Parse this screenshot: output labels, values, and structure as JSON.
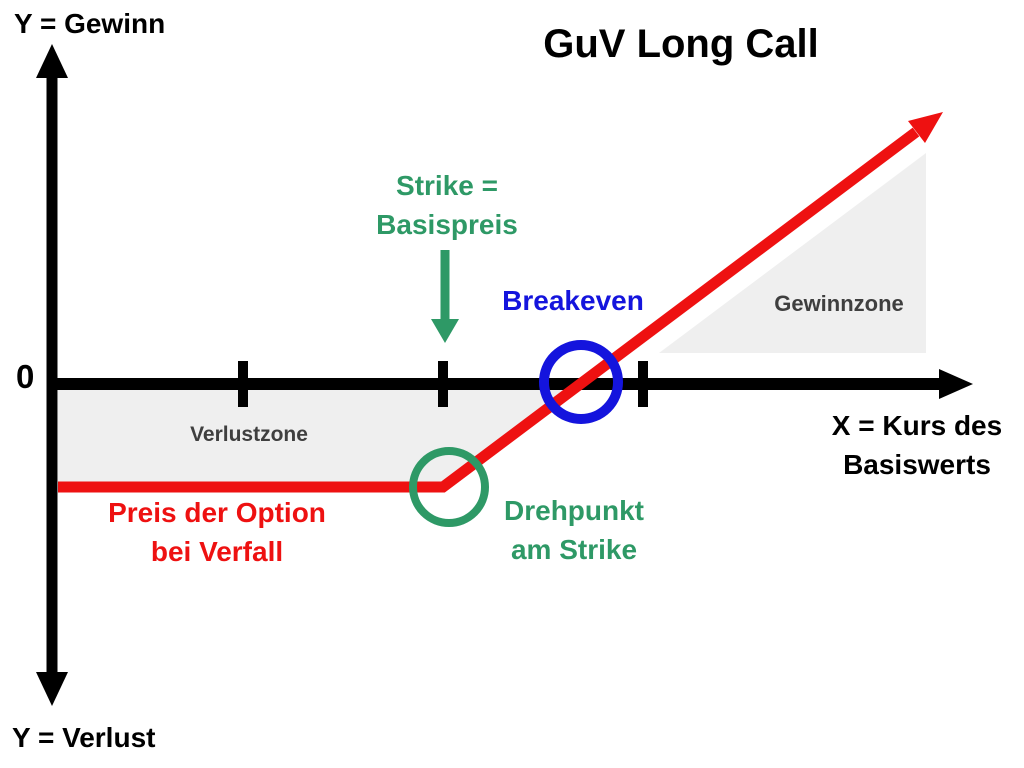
{
  "figure": {
    "title": "GuV Long Call",
    "y_axis": {
      "top_label": "Y = Gewinn",
      "bottom_label": "Y = Verlust",
      "origin_label": "0"
    },
    "x_axis": {
      "label_line1": "X = Kurs des",
      "label_line2": "Basiswerts"
    },
    "zones": {
      "loss_label": "Verlustzone",
      "profit_label": "Gewinnzone"
    },
    "annotations": {
      "strike_line1": "Strike =",
      "strike_line2": "Basispreis",
      "breakeven_label": "Breakeven",
      "pivot_line1": "Drehpunkt",
      "pivot_line2": "am Strike",
      "premium_line1": "Preis der Option",
      "premium_line2": "bei Verfall"
    },
    "colors": {
      "payoff_red": "#EE1111",
      "strike_green": "#2E9966",
      "breakeven_blue": "#1414DD",
      "axis_black": "#000000",
      "zone_fill_gray": "#EFEFEF",
      "zone_text_gray": "#3F3F3F",
      "background": "#FFFFFF"
    }
  }
}
